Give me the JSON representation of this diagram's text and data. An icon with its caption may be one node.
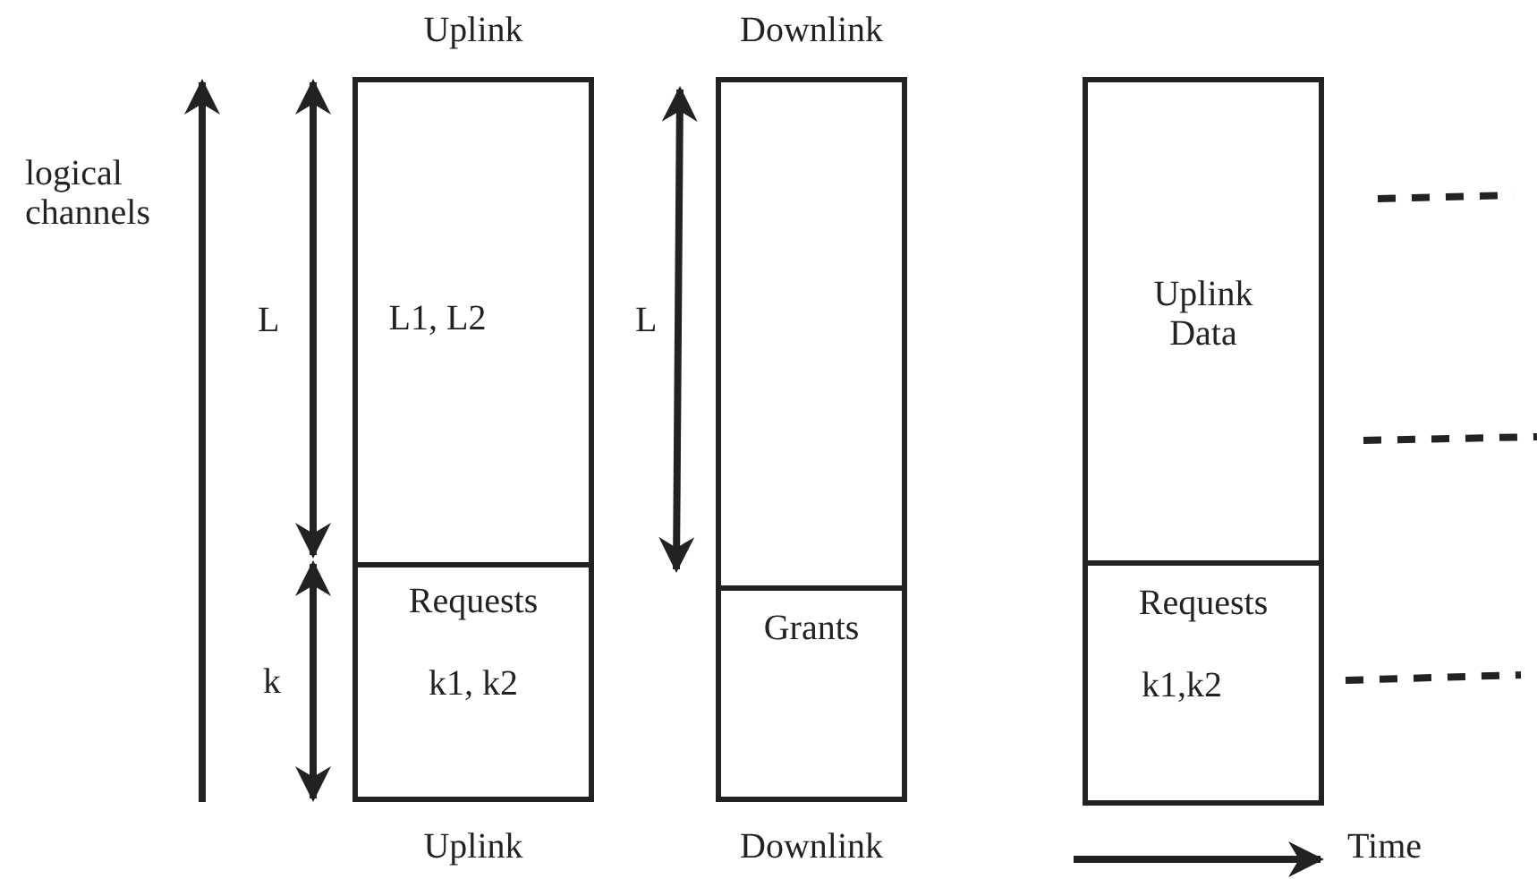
{
  "diagram": {
    "nodes": [
      {
        "text": [
          "Uplink",
          "Uplink"
        ]
      },
      {
        "text": [
          "L1, L2"
        ],
        "in": 0
      },
      {
        "text": [
          "Requests",
          "k1, k2"
        ],
        "in": 0
      },
      {
        "text": [
          "Downlink",
          "Downlink"
        ]
      },
      {
        "text": [
          "Grants"
        ],
        "in": 3
      },
      {
        "text": [],
        "shape": "box"
      },
      {
        "text": [
          "Uplink Data"
        ],
        "in": 5
      },
      {
        "text": [
          "Requests",
          "k1,k2"
        ],
        "in": 5
      }
    ],
    "edges": [],
    "labels": [
      "logical channels",
      "L",
      "k",
      "L",
      "Time"
    ]
  }
}
